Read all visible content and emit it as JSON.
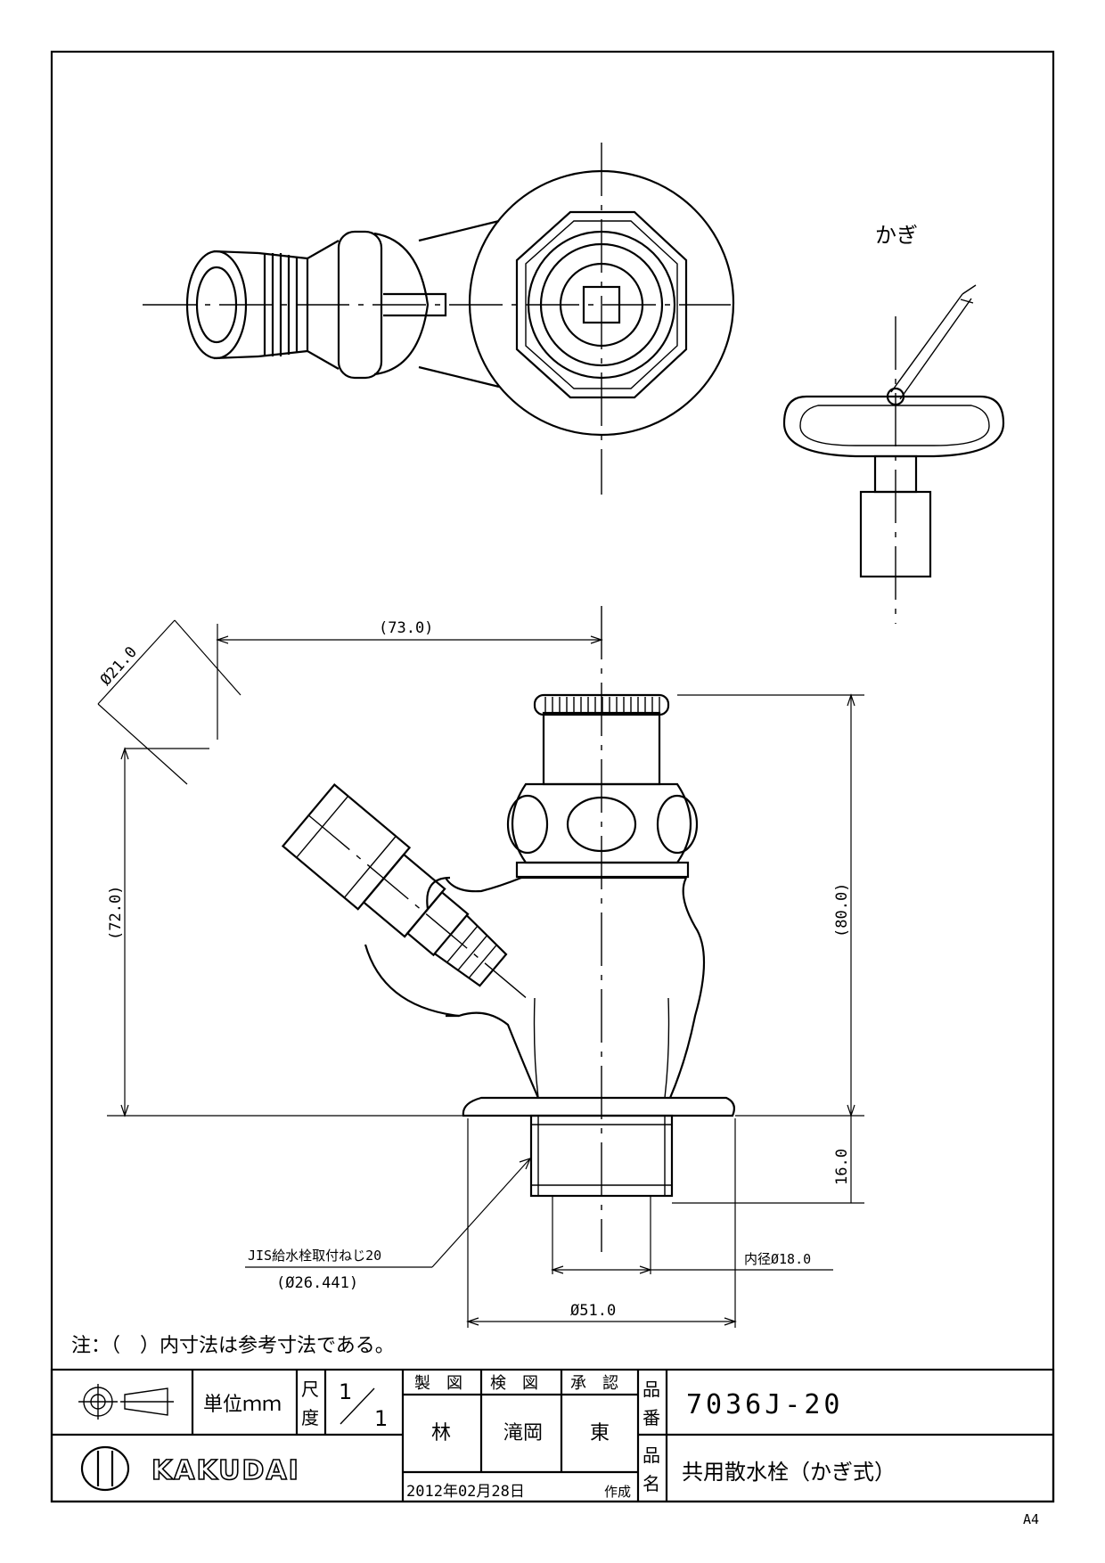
{
  "drawing": {
    "key_label": "かぎ",
    "dims": {
      "d_hose": "Ø21.0",
      "len_73": "(73.0)",
      "height_80": "(80.0)",
      "height_72": "(72.0)",
      "thread_16": "16.0",
      "inner_dia": "内径Ø18.0",
      "flange_dia": "Ø51.0",
      "thread_label": "JIS給水栓取付ねじ20",
      "thread_ref": "(Ø26.441)"
    },
    "note": "注：（　）内寸法は参考寸法である。"
  },
  "title_block": {
    "unit_label": "単位ｍｍ",
    "scale_label_1": "尺",
    "scale_label_2": "度",
    "scale_num": "1",
    "scale_den": "1",
    "drafted_header": "製　図",
    "checked_header": "検　図",
    "approved_header": "承　認",
    "drafted_by": "林",
    "checked_by": "滝岡",
    "approved_by": "東",
    "part_no_label_1": "品",
    "part_no_label_2": "番",
    "part_no": "7036J-20",
    "part_name_label_1": "品",
    "part_name_label_2": "名",
    "part_name": "共用散水栓（かぎ式）",
    "date": "2012年02月28日",
    "created_label": "作成",
    "brand": "KAKUDAI",
    "sheet_size": "A4"
  }
}
